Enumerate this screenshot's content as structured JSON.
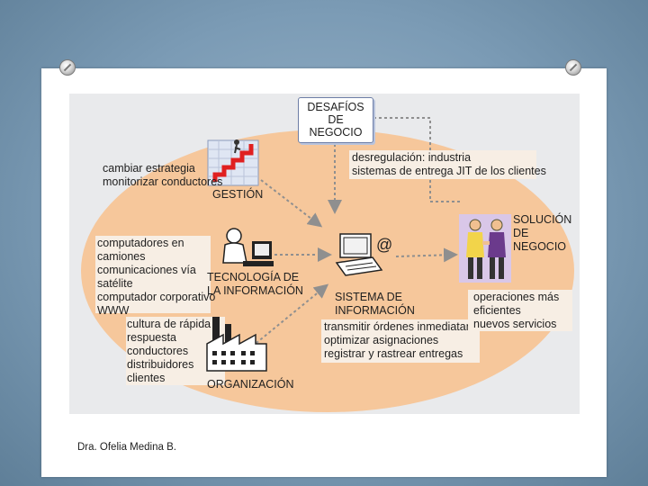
{
  "diagram": {
    "title": "DESAFÍOS\nDE\nNEGOCIO",
    "management": {
      "label": "GESTIÓN",
      "items": "cambiar estrategia\nmonitorizar conductores"
    },
    "challenges": {
      "items": "desregulación: industria\nsistemas de entrega JIT de los clientes"
    },
    "technology": {
      "label": "TECNOLOGÍA DE\nLA INFORMACIÓN",
      "items": "computadores en\ncamiones\ncomunicaciones vía\nsatélite\ncomputador corporativo\nWWW"
    },
    "organization": {
      "label": "ORGANIZACIÓN",
      "items": "cultura de rápida\nrespuesta\nconductores\ndistribuidores\nclientes"
    },
    "information_system": {
      "label": "SISTEMA DE\nINFORMACIÓN",
      "items_line1": "transmitir órdenes inmediatamente",
      "items_rest": "optimizar asignaciones\nregistrar y rastrear entregas"
    },
    "business_solution": {
      "label": "SOLUCIÓN\nDE\nNEGOCIO",
      "items": "operaciones más\neficientes\nnuevos servicios"
    }
  },
  "footer": {
    "author": "Dra. Ofelia Medina B."
  },
  "colors": {
    "background": "#6f8fa8",
    "oval": "#f6c79b",
    "arrow": "#8f8f8f"
  }
}
